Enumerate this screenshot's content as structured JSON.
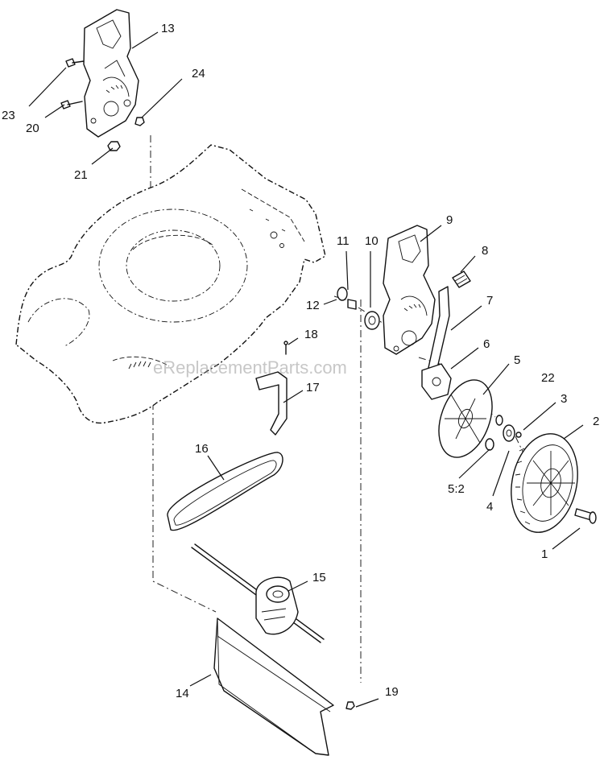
{
  "watermark": "eReplacementParts.com",
  "callouts": [
    {
      "id": "c1",
      "label": "1"
    },
    {
      "id": "c2",
      "label": "2"
    },
    {
      "id": "c3",
      "label": "3"
    },
    {
      "id": "c4",
      "label": "4"
    },
    {
      "id": "c5",
      "label": "5"
    },
    {
      "id": "c5-2",
      "label": "5:2"
    },
    {
      "id": "c6",
      "label": "6"
    },
    {
      "id": "c7",
      "label": "7"
    },
    {
      "id": "c8",
      "label": "8"
    },
    {
      "id": "c9",
      "label": "9"
    },
    {
      "id": "c10",
      "label": "10"
    },
    {
      "id": "c11",
      "label": "11"
    },
    {
      "id": "c12",
      "label": "12"
    },
    {
      "id": "c13",
      "label": "13"
    },
    {
      "id": "c14",
      "label": "14"
    },
    {
      "id": "c15",
      "label": "15"
    },
    {
      "id": "c16",
      "label": "16"
    },
    {
      "id": "c17",
      "label": "17"
    },
    {
      "id": "c18",
      "label": "18"
    },
    {
      "id": "c19",
      "label": "19"
    },
    {
      "id": "c20",
      "label": "20"
    },
    {
      "id": "c21",
      "label": "21"
    },
    {
      "id": "c22",
      "label": "22"
    },
    {
      "id": "c23",
      "label": "23"
    },
    {
      "id": "c24",
      "label": "24"
    }
  ]
}
